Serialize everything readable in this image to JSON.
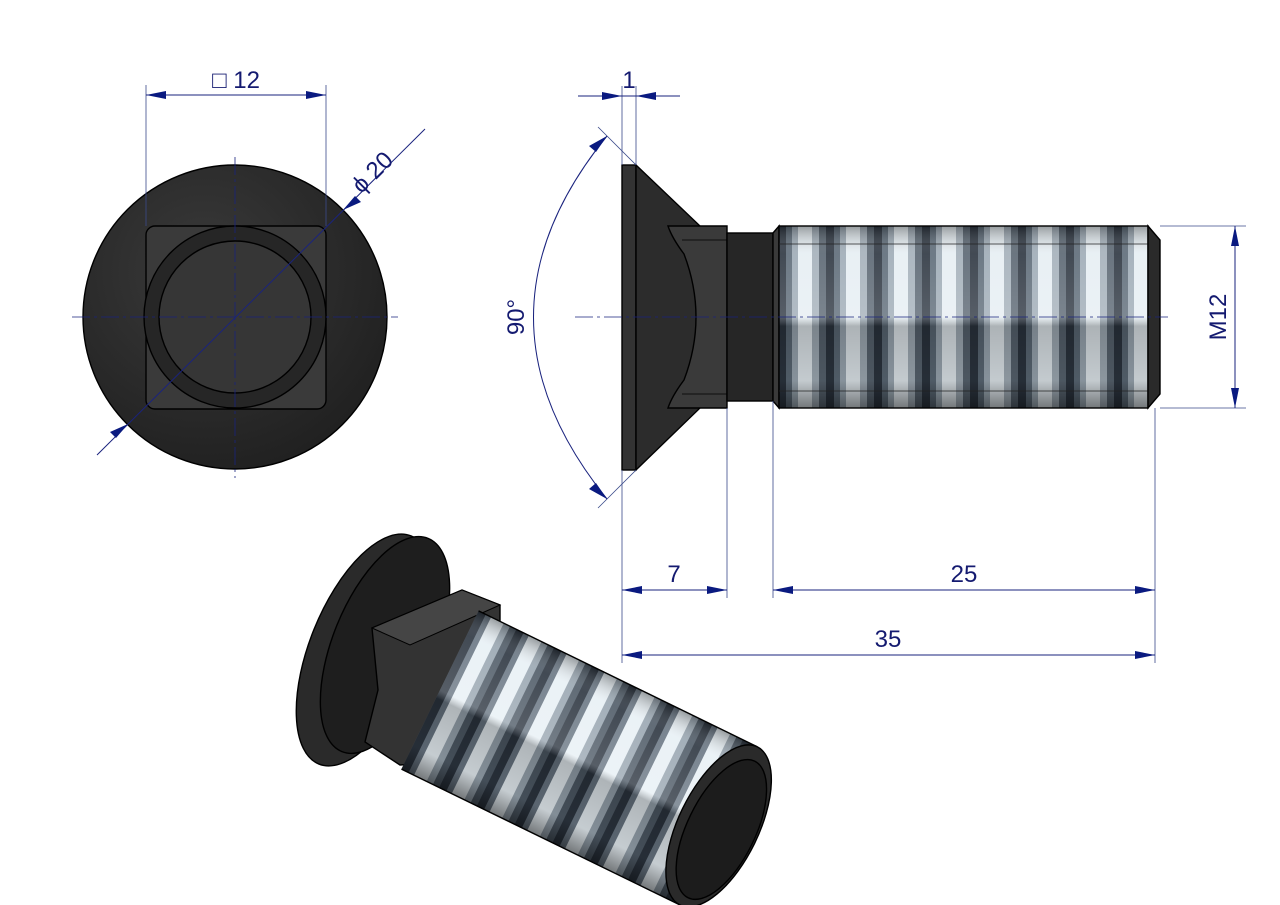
{
  "drawing": {
    "front_view": {
      "square_width_label": "□ 12",
      "head_diameter_label": "ϕ 20"
    },
    "side_view": {
      "head_thickness_label": "1",
      "countersink_angle_label": "90°",
      "thread_label": "M12",
      "neck_length_label": "7",
      "thread_length_label": "25",
      "total_length_label": "35"
    }
  },
  "colors": {
    "dimension": "#1a237e",
    "body": "#2b2b2b",
    "thread_light": "#e4edf2",
    "thread_dark": "#2a3440"
  }
}
